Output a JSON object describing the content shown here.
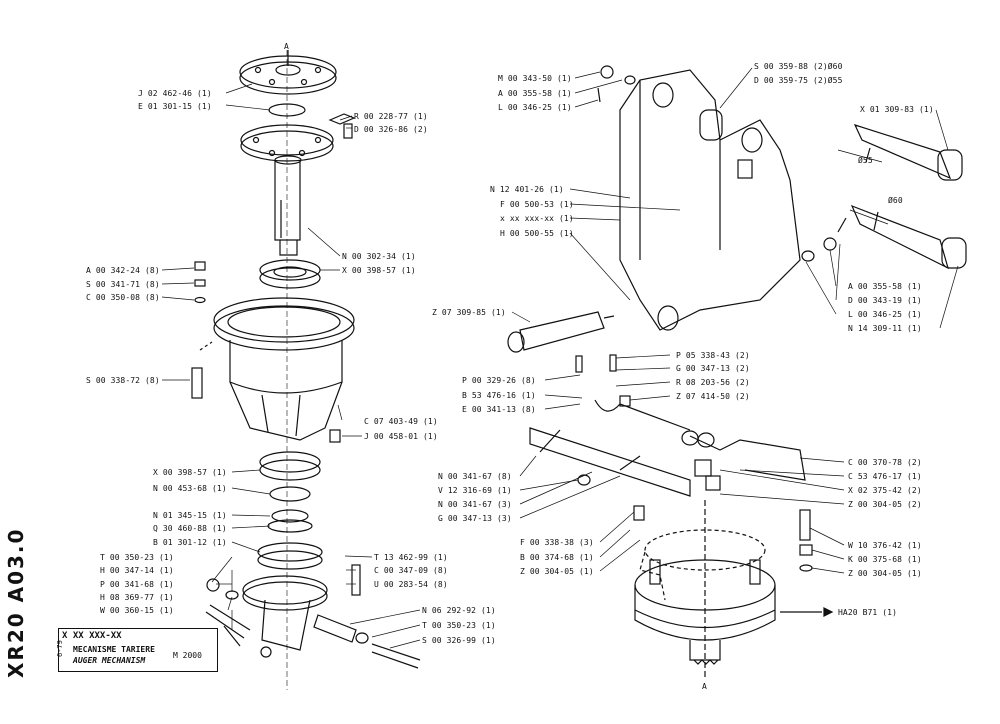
{
  "drawing": {
    "side_code": "XR20 A03.0",
    "title_block": {
      "part_code": "X XX XXX-XX",
      "title_fr": "MECANISME TARIERE",
      "title_en": "AUGER MECHANISM",
      "model": "M 2000",
      "date": "6-79"
    },
    "markers": {
      "top_a": "A",
      "bottom_a": "A",
      "phi55": "Ø55",
      "phi60": "Ø60"
    },
    "left_labels": [
      "J 02 462-46 (1)",
      "E 01 301-15 (1)",
      "R 00 228-77 (1)",
      "D 00 326-86 (2)",
      "N 00 302-34 (1)",
      "X 00 398-57 (1)",
      "A 00 342-24 (8)",
      "S 00 341-71 (8)",
      "C 00 350-08 (8)",
      "S 00 338-72 (8)",
      "C 07 403-49 (1)",
      "J 00 458-01 (1)",
      "X 00 398-57 (1)",
      "N 00 453-68 (1)",
      "N 01 345-15 (1)",
      "Q 30 460-88 (1)",
      "B 01 301-12 (1)",
      "T 00 350-23 (1)",
      "H 00 347-14 (1)",
      "P 00 341-68 (1)",
      "H 08 369-77 (1)",
      "W 00 360-15 (1)",
      "T 13 462-99 (1)",
      "C 00 347-09 (8)",
      "U 00 283-54 (8)",
      "N 06 292-92 (1)",
      "T 00 350-23 (1)",
      "S 00 326-99 (1)"
    ],
    "right_labels": [
      "M 00 343-50 (1)",
      "A 00 355-58 (1)",
      "L 00 346-25 (1)",
      "S 00 359-88 (2)Ø60",
      "D 00 359-75 (2)Ø55",
      "X 01 309-83 (1)",
      "N 12 401-26 (1)",
      "F 00 500-53 (1)",
      "x xx xxx-xx (1)",
      "H 00 500-55 (1)",
      "A 00 355-58 (1)",
      "D 00 343-19 (1)",
      "L 00 346-25 (1)",
      "N 14 309-11 (1)",
      "Z 07 309-85 (1)",
      "P 05 338-43 (2)",
      "G 00 347-13 (2)",
      "R 08 203-56 (2)",
      "Z 07 414-50 (2)",
      "P 00 329-26 (8)",
      "B 53 476-16 (1)",
      "E 00 341-13 (8)",
      "N 00 341-67 (8)",
      "V 12 316-69 (1)",
      "N 00 341-67 (3)",
      "G 00 347-13 (3)",
      "C 00 370-78 (2)",
      "C 53 476-17 (1)",
      "X 02 375-42 (2)",
      "Z 00 304-05 (2)",
      "F 00 338-38 (3)",
      "B 00 374-68 (1)",
      "Z 00 304-05 (1)",
      "W 10 376-42 (1)",
      "K 00 375-68 (1)",
      "Z 00 304-05 (1)",
      "HA20 B71 (1)"
    ]
  }
}
